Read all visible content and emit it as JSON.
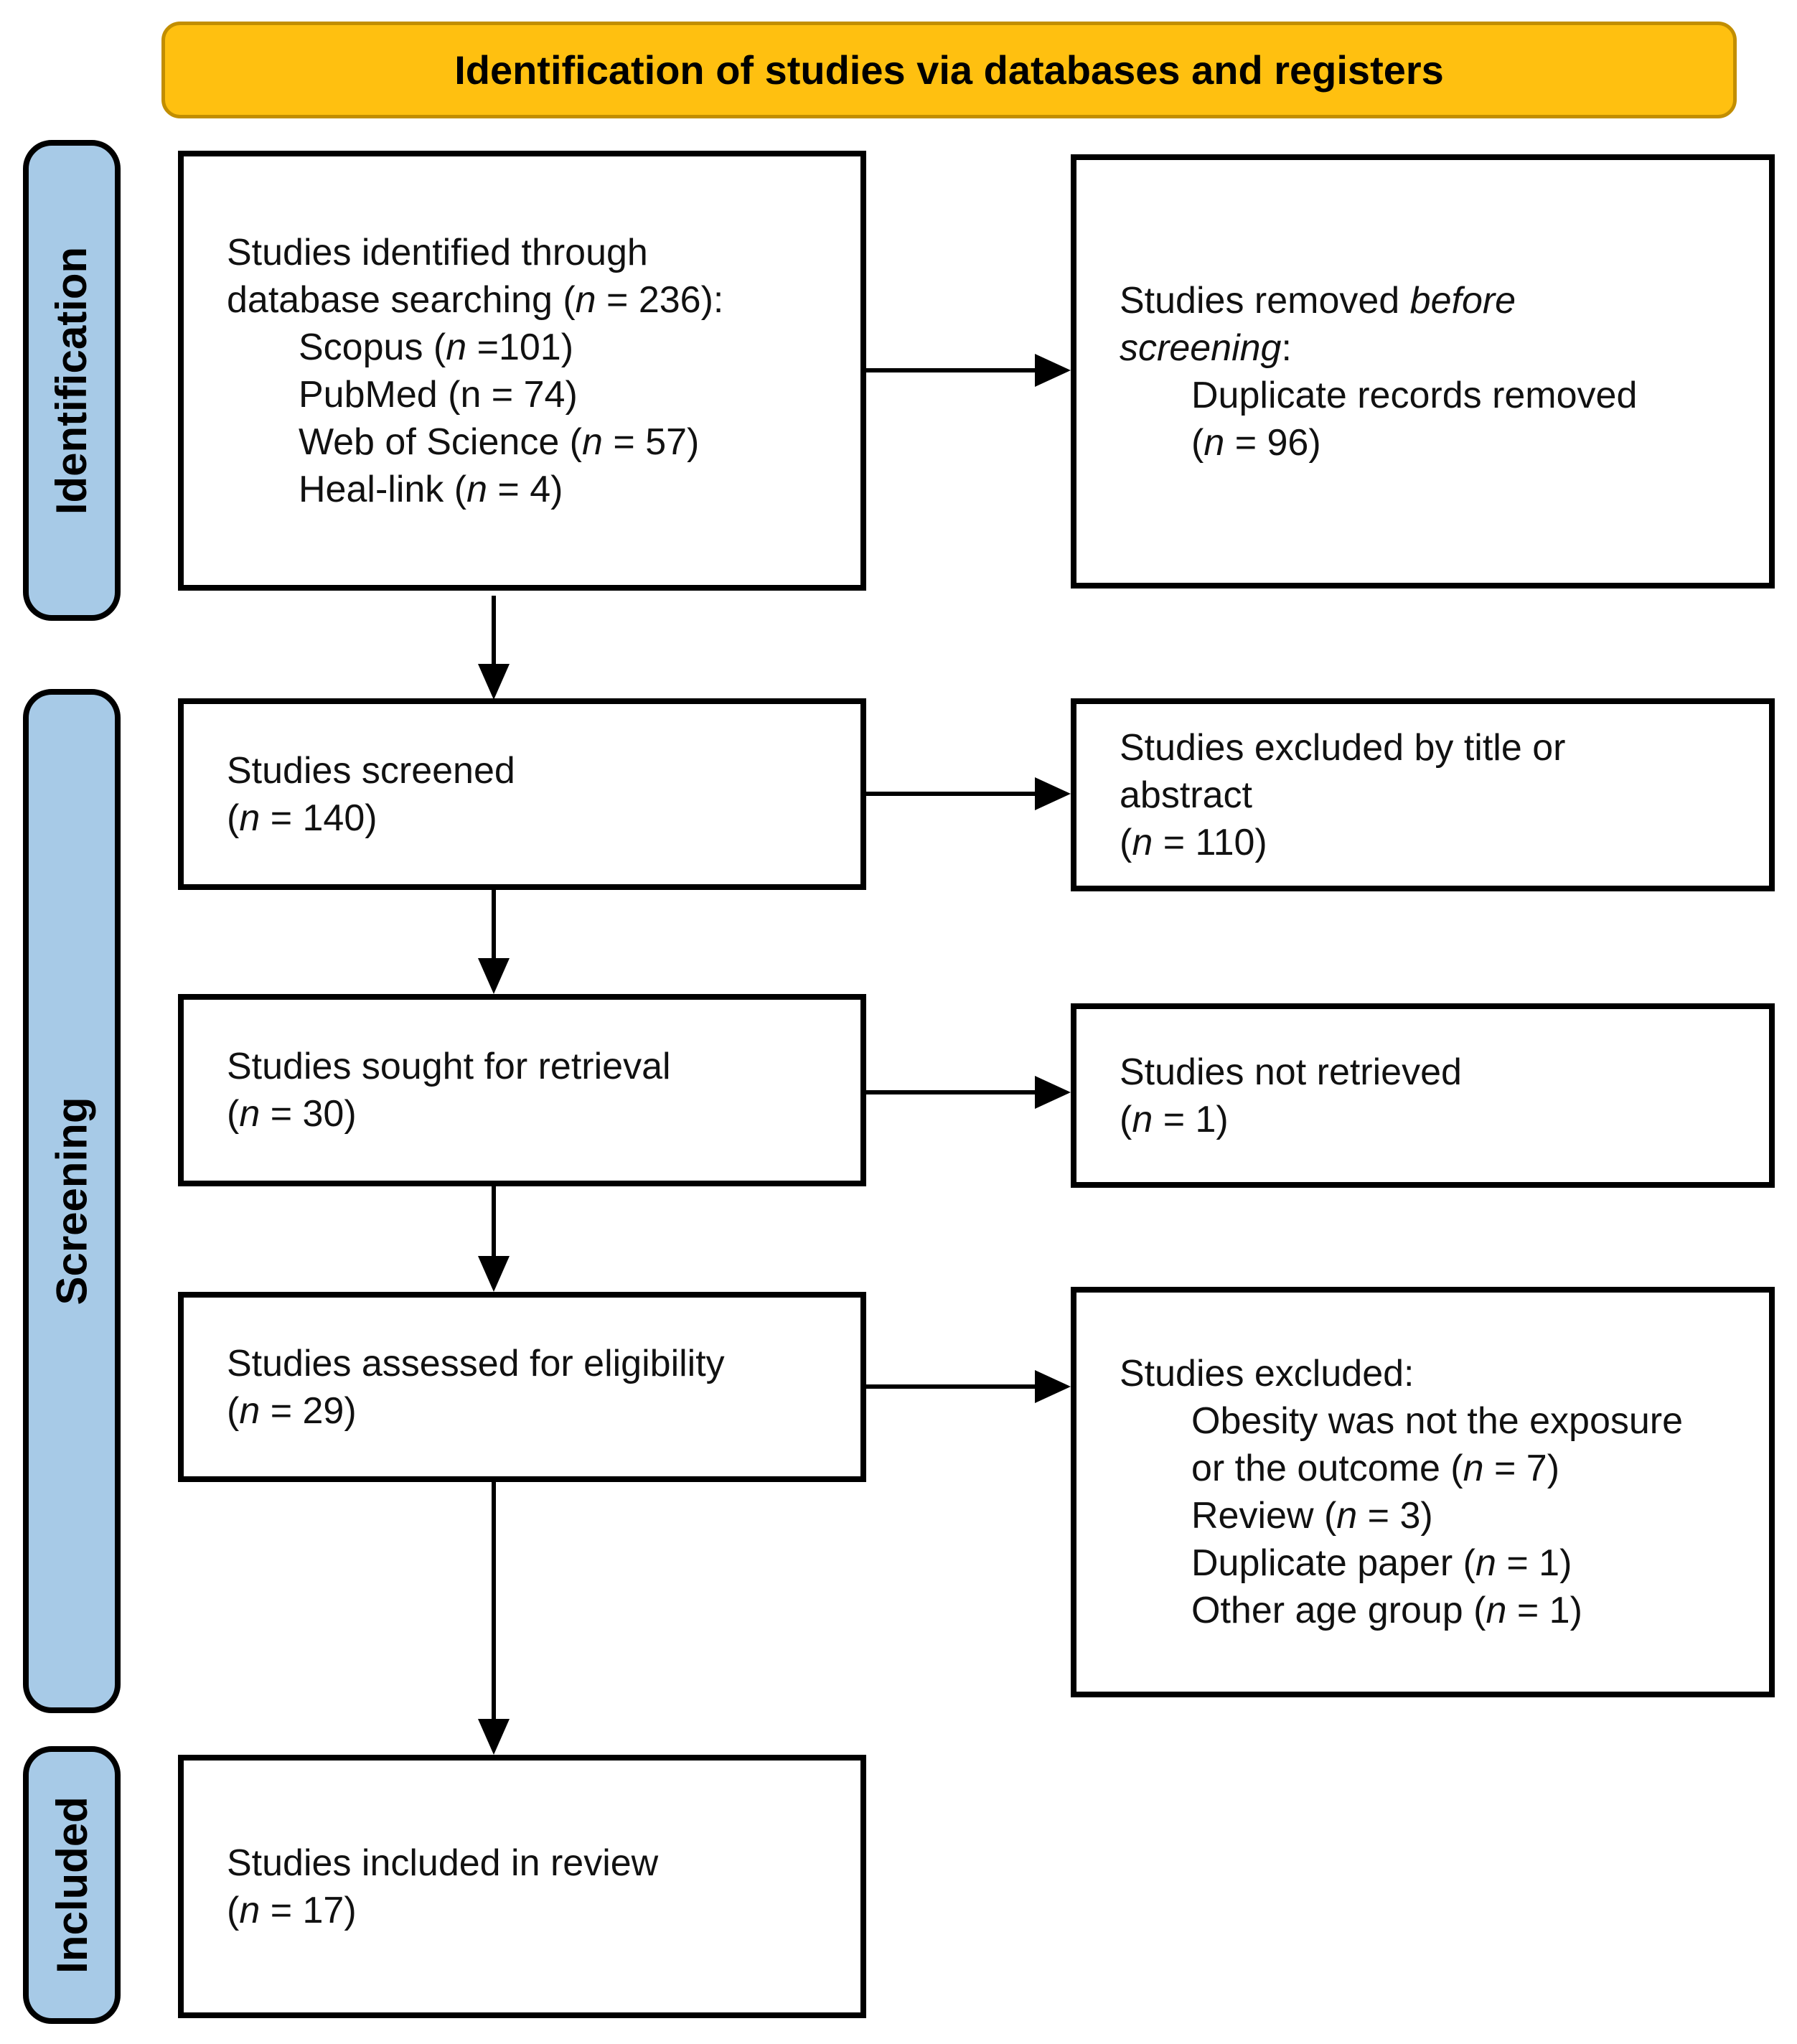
{
  "banner": {
    "label": "Identification of studies via databases and registers"
  },
  "stages": [
    {
      "label": "Identification"
    },
    {
      "label": "Screening"
    },
    {
      "label": "Included"
    }
  ],
  "boxes": {
    "identified": {
      "lines": [
        "Studies identified through",
        "database searching (*n* = 236):",
        "Scopus (*n* =101)",
        "PubMed (n = 74)",
        "Web of Science (*n* = 57)",
        "Heal-link (*n* = 4)"
      ]
    },
    "removed_before_screening": {
      "lines": [
        "Studies removed *before*",
        "*screening*:",
        "Duplicate records removed",
        "(*n* = 96)"
      ]
    },
    "screened": {
      "lines": [
        "Studies screened",
        "(*n* = 140)"
      ]
    },
    "excluded_title_abstract": {
      "lines": [
        "Studies excluded by title or",
        "abstract",
        "(*n* = 110)"
      ]
    },
    "sought_retrieval": {
      "lines": [
        "Studies sought for retrieval",
        "(*n* = 30)"
      ]
    },
    "not_retrieved": {
      "lines": [
        "Studies not retrieved",
        "(*n* = 1)"
      ]
    },
    "assessed_eligibility": {
      "lines": [
        "Studies assessed for eligibility",
        "(*n* = 29)"
      ]
    },
    "excluded_reasons": {
      "lines": [
        "Studies excluded:",
        "Obesity was not the exposure",
        "or the outcome (*n* = 7)",
        "Review (*n* = 3)",
        "Duplicate paper (*n* = 1)",
        "Other age group (*n* = 1)"
      ]
    },
    "included_review": {
      "lines": [
        "Studies included in review",
        "(*n* = 17)"
      ]
    }
  },
  "colors": {
    "banner_bg": "#FFC010",
    "banner_border": "#C28E00",
    "stage_bg": "#A7CAE7",
    "box_bg": "#FFFFFF",
    "line_color": "#000000",
    "text_color": "#111111"
  }
}
